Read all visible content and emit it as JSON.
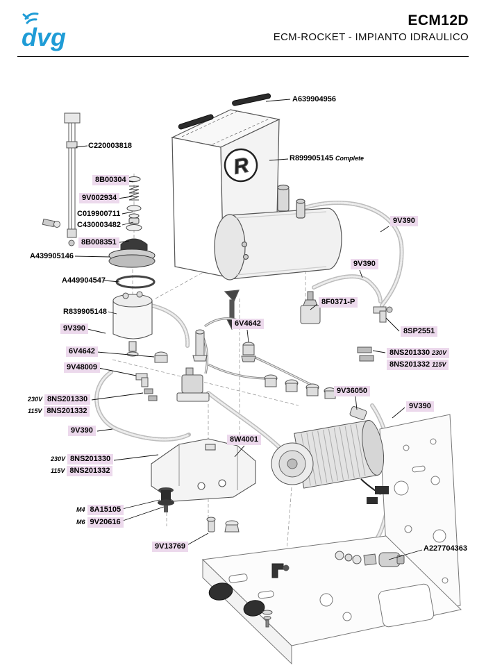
{
  "header": {
    "logo": "dvg",
    "title": "ECM12D",
    "subtitle": "ECM-ROCKET - IMPIANTO IDRAULICO"
  },
  "colors": {
    "highlight": "#ecd9ec",
    "logo_blue": "#1f9cd6",
    "rule": "#000000"
  },
  "diagram": {
    "type": "exploded-parts-diagram",
    "subject": "Espresso machine hydraulic system",
    "components": [
      "water-tank",
      "tank-handles",
      "sight-glass",
      "fitting-stack",
      "tank-lid",
      "gasket-ring",
      "softener-container",
      "boiler",
      "pressure-switch",
      "elbow-fitting",
      "valve-cluster",
      "tubes",
      "pump-motor",
      "mounting-bracket",
      "vibration-mount",
      "frame-right-panel",
      "frame-base",
      "outlet-fitting"
    ]
  },
  "labels": [
    {
      "text": "A639904956",
      "highlight": false
    },
    {
      "text": "C220003818",
      "highlight": false
    },
    {
      "text": "8B00304",
      "highlight": true
    },
    {
      "text": "9V002934",
      "highlight": true
    },
    {
      "text": "C019900711",
      "highlight": false
    },
    {
      "text": "C430003482",
      "highlight": false
    },
    {
      "text": "8B008351",
      "highlight": true
    },
    {
      "text": "A439905146",
      "highlight": false
    },
    {
      "text": "A449904547",
      "highlight": false
    },
    {
      "text": "R839905148",
      "highlight": false
    },
    {
      "text": "9V390",
      "highlight": true
    },
    {
      "text": "6V4642",
      "highlight": true
    },
    {
      "text": "9V48009",
      "highlight": true
    },
    {
      "text": "8NS201330",
      "prefix": "230V",
      "highlight": true
    },
    {
      "text": "8NS201332",
      "prefix": "115V",
      "highlight": true
    },
    {
      "text": "9V390",
      "highlight": true
    },
    {
      "text": "8NS201330",
      "prefix": "230V",
      "highlight": true
    },
    {
      "text": "8NS201332",
      "prefix": "115V",
      "highlight": true
    },
    {
      "text": "8A15105",
      "prefix": "M4",
      "highlight": true
    },
    {
      "text": "9V20616",
      "prefix": "M6",
      "highlight": true
    },
    {
      "text": "9V13769",
      "highlight": true
    },
    {
      "text": "6V4642",
      "highlight": true
    },
    {
      "text": "8W4001",
      "highlight": true
    },
    {
      "text": "R899905145",
      "suffix": "Complete",
      "highlight": false
    },
    {
      "text": "9V390",
      "highlight": true
    },
    {
      "text": "9V390",
      "highlight": true
    },
    {
      "text": "8F0371-P",
      "highlight": true
    },
    {
      "text": "8SP2551",
      "highlight": true
    },
    {
      "text": "8NS201330",
      "suffix": "230V",
      "highlight": true
    },
    {
      "text": "8NS201332",
      "suffix": "115V",
      "highlight": true
    },
    {
      "text": "9V36050",
      "highlight": true
    },
    {
      "text": "9V390",
      "highlight": true
    },
    {
      "text": "A227704363",
      "highlight": false
    }
  ]
}
